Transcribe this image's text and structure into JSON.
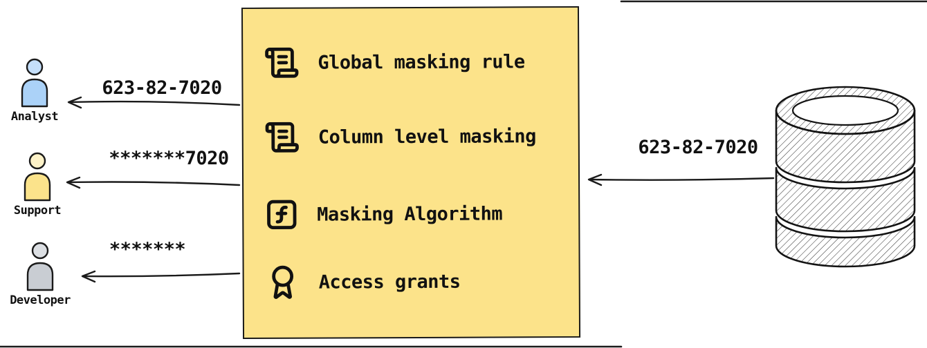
{
  "masking_box": {
    "items": [
      {
        "icon": "scroll-icon",
        "label": "Global masking rule"
      },
      {
        "icon": "scroll-icon",
        "label": "Column level masking"
      },
      {
        "icon": "function-icon",
        "label": "Masking Algorithm"
      },
      {
        "icon": "award-icon",
        "label": "Access grants"
      }
    ]
  },
  "source": {
    "name": "database",
    "value": "623-82-7020"
  },
  "recipients": [
    {
      "name": "Analyst",
      "value": "623-82-7020"
    },
    {
      "name": "Support",
      "value": "*******7020"
    },
    {
      "name": "Developer",
      "value": "*******"
    }
  ],
  "colors": {
    "box_background": "#FCE38A",
    "ink": "#1A1A1A",
    "analyst_head": "#C5DFFA",
    "analyst_body": "#ABD2F8",
    "support_head": "#FDF2C8",
    "support_body": "#FBE38B",
    "developer_head": "#DCDFE3",
    "developer_body": "#C9CDD3"
  }
}
